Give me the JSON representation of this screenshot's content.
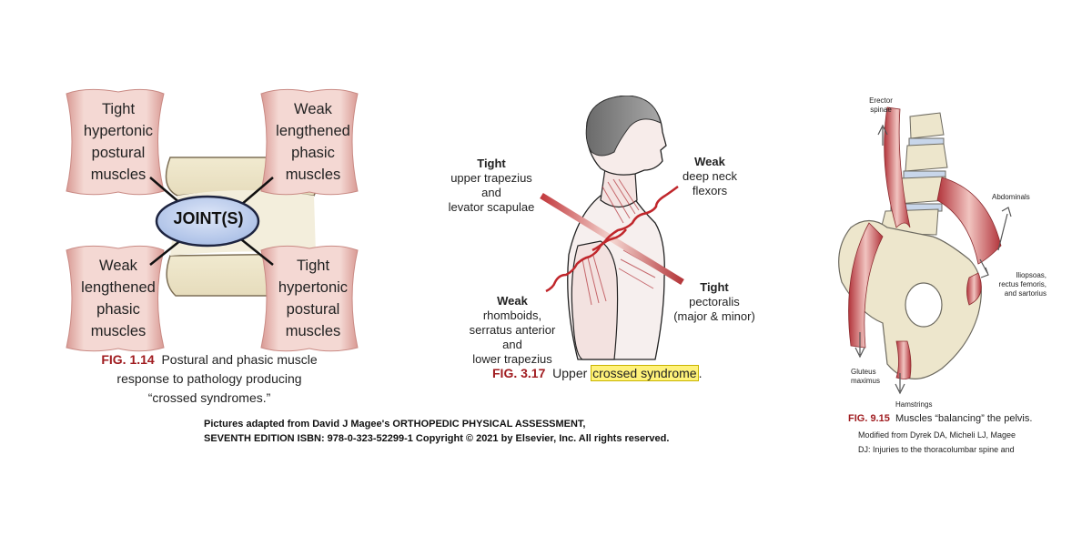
{
  "fig1": {
    "boxes": {
      "top_left": "Tight\nhypertonic\npostural\nmuscles",
      "top_right": "Weak\nlengthened\nphasic\nmuscles",
      "bottom_left": "Weak\nlengthened\nphasic\nmuscles",
      "bottom_right": "Tight\nhypertonic\npostural\nmuscles"
    },
    "center": "JOINT(S)",
    "caption_label": "FIG. 1.14",
    "caption_line1": "Postural and phasic muscle",
    "caption_line2": "response to pathology producing",
    "caption_line3": "“crossed syndromes.”"
  },
  "fig2": {
    "tl_head": "Tight",
    "tl_body": "upper trapezius\nand\nlevator scapulae",
    "tr_head": "Weak",
    "tr_body": "deep neck\nflexors",
    "bl_head": "Weak",
    "bl_body": "rhomboids,\nserratus anterior\nand\nlower trapezius",
    "br_head": "Tight",
    "br_body": "pectoralis\n(major & minor)",
    "caption_label": "FIG. 3.17",
    "caption_prefix": "Upper",
    "caption_highlight": "crossed syndrome",
    "caption_suffix": ".",
    "highlight_color": "#fff27a"
  },
  "fig3": {
    "erector": "Erector\nspinae",
    "abdominals": "Abdominals",
    "iliopsoas": "Iliopsoas,\nrectus femoris,\nand sartorius",
    "gluteus": "Gluteus\nmaximus",
    "hamstrings": "Hamstrings",
    "caption_label": "FIG. 9.15",
    "caption_text": "Muscles “balancing” the pelvis.",
    "source_line1": "Modified from Dyrek DA, Micheli LJ, Magee",
    "source_line2": "DJ: Injuries to the thoracolumbar spine and"
  },
  "credit": "Pictures adapted from David J Magee's ORTHOPEDIC PHYSICAL ASSESSMENT,\nSEVENTH EDITION ISBN: 978-0-323-52299-1 Copyright © 2021 by Elsevier, Inc. All rights reserved.",
  "colors": {
    "muscle_fill": "#f2d2cd",
    "muscle_edge": "#c98a84",
    "joint_fill": "#c5d4f0",
    "joint_edge": "#1d2440",
    "bone": "#ede6cc",
    "caption_red": "#a01c20",
    "muscle_red": "#b2333a"
  }
}
